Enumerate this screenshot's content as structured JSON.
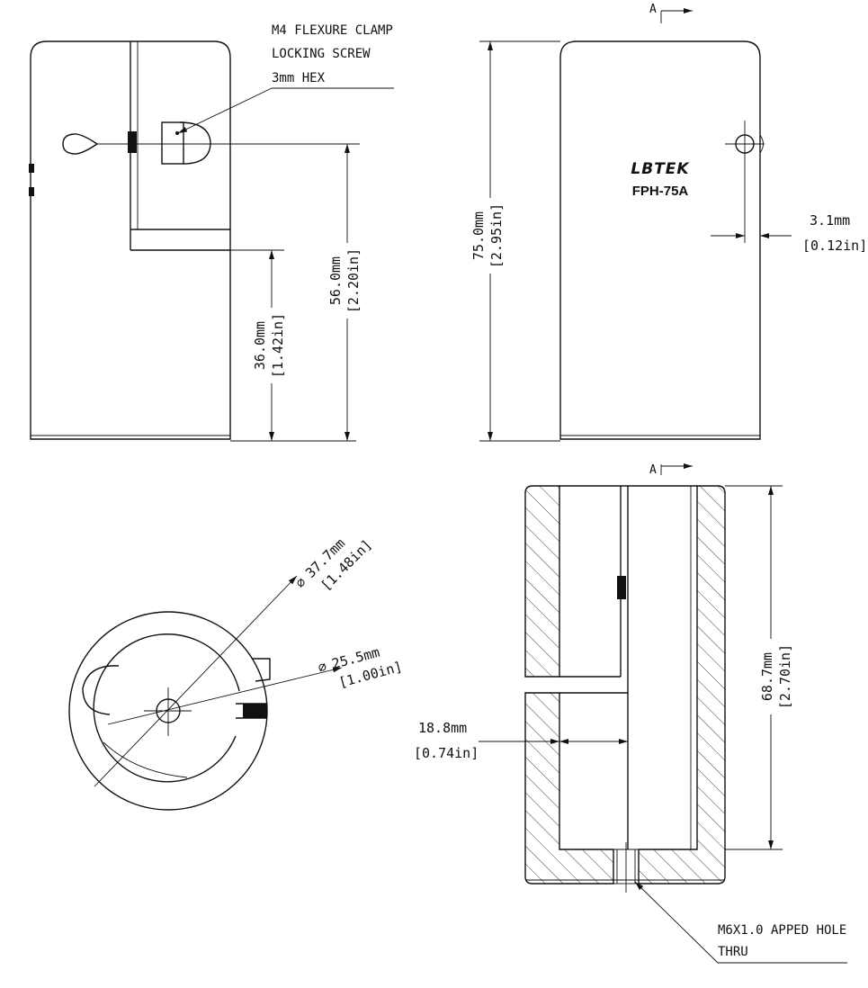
{
  "callouts": {
    "screw_line1": "M4 FLEXURE CLAMP",
    "screw_line2": "LOCKING SCREW",
    "screw_line3": "3mm HEX",
    "tapped_line1": "M6X1.0 APPED HOLE",
    "tapped_line2": "THRU"
  },
  "brand": {
    "logo": "LBTEK",
    "model": "FPH-75A"
  },
  "section_marks": {
    "top": "A",
    "bottom": "A"
  },
  "dimensions": {
    "d_36_mm": "36.0mm",
    "d_36_in": "[1.42in]",
    "d_56_mm": "56.0mm",
    "d_56_in": "[2.20in]",
    "d_75_mm": "75.0mm",
    "d_75_in": "[2.95in]",
    "d_3_1_mm": "3.1mm",
    "d_3_1_in": "[0.12in]",
    "d_37_7_mm": "37.7mm",
    "d_37_7_in": "[1.48in]",
    "d_25_5_mm": "25.5mm",
    "d_25_5_in": "[1.00in]",
    "d_18_8_mm": "18.8mm",
    "d_18_8_in": "[0.74in]",
    "d_68_7_mm": "68.7mm",
    "d_68_7_in": "[2.70in]"
  }
}
